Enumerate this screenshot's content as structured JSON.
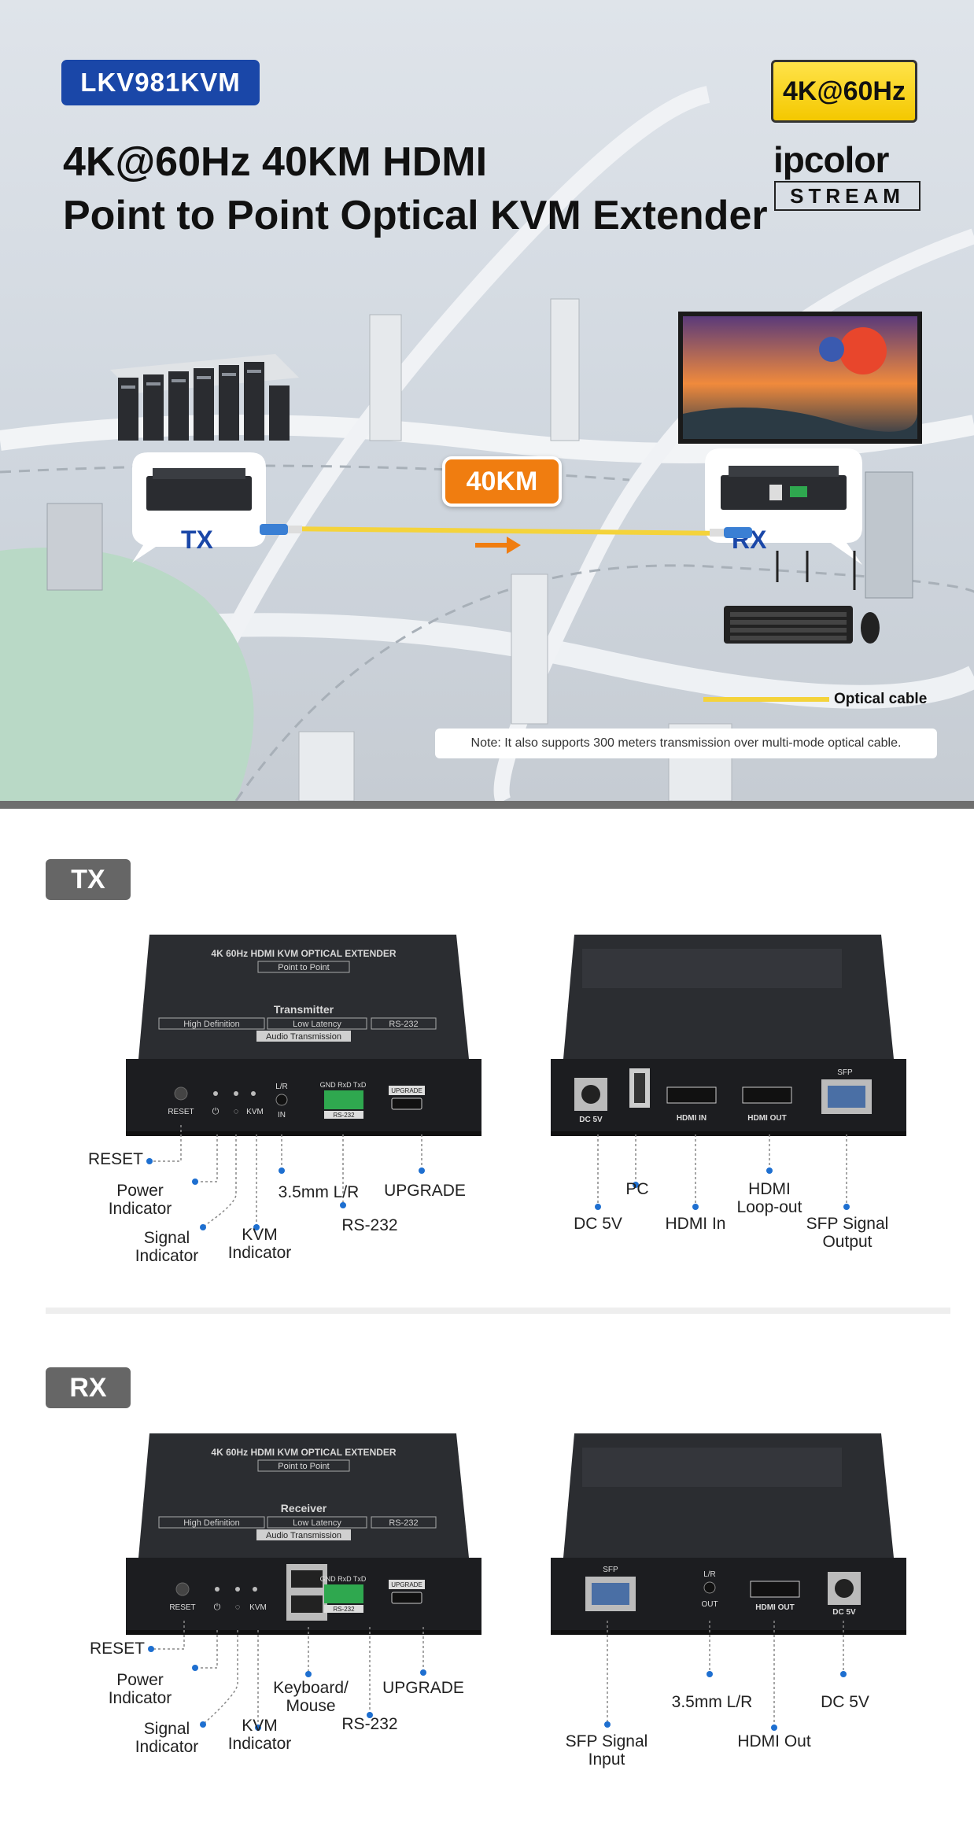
{
  "hero": {
    "model": "LKV981KVM",
    "title_line1": "4K@60Hz 40KM HDMI",
    "title_line2": "Point to Point Optical KVM Extender",
    "badge_4k": "4K@60Hz",
    "brand_name": "ipcolor",
    "brand_sub": "STREAM",
    "distance": "40KM",
    "tx_label": "TX",
    "rx_label": "RX",
    "optical_cable": "Optical cable",
    "note": "Note: It also supports 300 meters transmission over multi-mode optical cable."
  },
  "tx_section": {
    "label": "TX",
    "front": {
      "top_line1": "4K 60Hz HDMI KVM OPTICAL EXTENDER",
      "top_line2": "Point to Point",
      "top_line3": "Transmitter",
      "tags": [
        "High Definition",
        "Low Latency",
        "RS-232"
      ],
      "tag_audio": "Audio Transmission",
      "panel_reset": "RESET",
      "panel_kvm": "KVM",
      "panel_lr": "L/R",
      "panel_in": "IN",
      "panel_rs_pins": "GND RxD TxD",
      "panel_rs": "RS-232",
      "panel_upgrade": "UPGRADE"
    },
    "back": {
      "panel_dc": "DC 5V",
      "panel_hdmi_in": "HDMI IN",
      "panel_hdmi_out": "HDMI OUT",
      "panel_sfp": "SFP"
    },
    "callouts": {
      "reset": "RESET",
      "power": "Power\nIndicator",
      "signal": "Signal\nIndicator",
      "kvm": "KVM\nIndicator",
      "audio": "3.5mm L/R",
      "rs232": "RS-232",
      "upgrade": "UPGRADE",
      "dc": "DC 5V",
      "pc": "PC",
      "hdmi_in": "HDMI In",
      "hdmi_loop": "HDMI\nLoop-out",
      "sfp": "SFP Signal\nOutput"
    }
  },
  "rx_section": {
    "label": "RX",
    "front": {
      "top_line1": "4K 60Hz HDMI KVM OPTICAL EXTENDER",
      "top_line2": "Point to Point",
      "top_line3": "Receiver",
      "tags": [
        "High Definition",
        "Low Latency",
        "RS-232"
      ],
      "tag_audio": "Audio Transmission",
      "panel_reset": "RESET",
      "panel_kvm": "KVM",
      "panel_rs_pins": "GND RxD TxD",
      "panel_rs": "RS-232",
      "panel_upgrade": "UPGRADE"
    },
    "back": {
      "panel_sfp": "SFP",
      "panel_lr": "L/R",
      "panel_out": "OUT",
      "panel_hdmi_out": "HDMI OUT",
      "panel_dc": "DC 5V"
    },
    "callouts": {
      "reset": "RESET",
      "power": "Power\nIndicator",
      "signal": "Signal\nIndicator",
      "kvm": "KVM\nIndicator",
      "usb": "Keyboard/\nMouse",
      "rs232": "RS-232",
      "upgrade": "UPGRADE",
      "sfp": "SFP Signal\nInput",
      "audio": "3.5mm L/R",
      "hdmi_out": "HDMI Out",
      "dc": "DC 5V"
    }
  }
}
